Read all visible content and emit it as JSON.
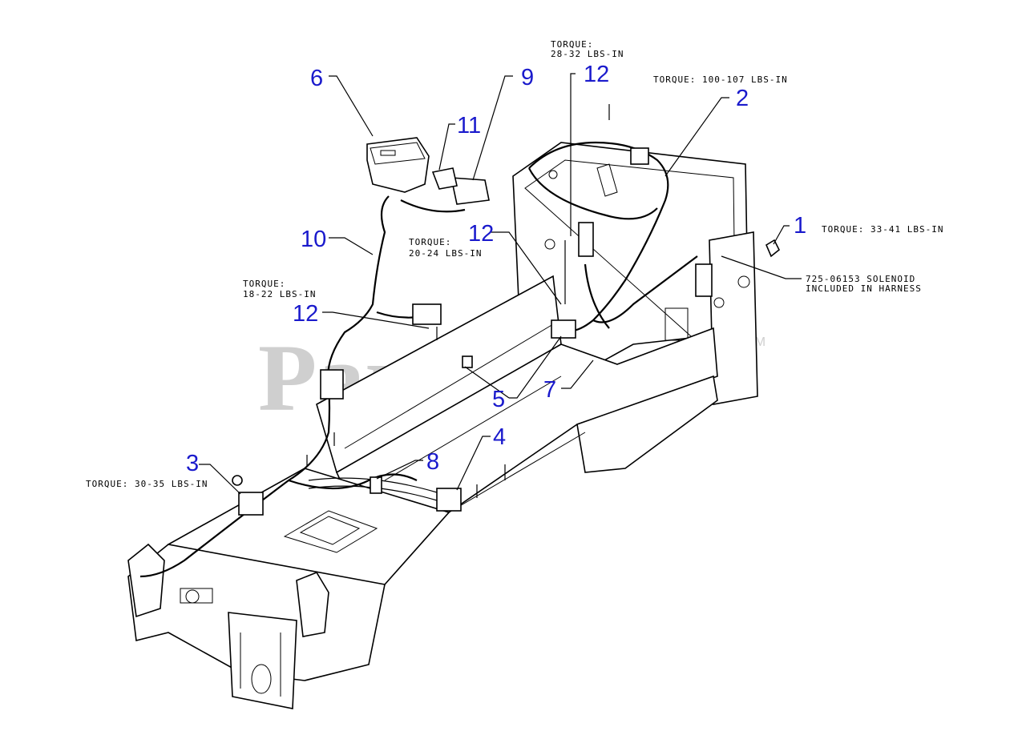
{
  "watermark": {
    "text": "PartsTree",
    "tm": "TM"
  },
  "callouts": [
    {
      "id": "1",
      "label": "1"
    },
    {
      "id": "2",
      "label": "2"
    },
    {
      "id": "3",
      "label": "3"
    },
    {
      "id": "4",
      "label": "4"
    },
    {
      "id": "5",
      "label": "5"
    },
    {
      "id": "6",
      "label": "6"
    },
    {
      "id": "7",
      "label": "7"
    },
    {
      "id": "8",
      "label": "8"
    },
    {
      "id": "9",
      "label": "9"
    },
    {
      "id": "10",
      "label": "10"
    },
    {
      "id": "11",
      "label": "11"
    },
    {
      "id": "12a",
      "label": "12"
    },
    {
      "id": "12b",
      "label": "12"
    },
    {
      "id": "12c",
      "label": "12"
    }
  ],
  "notes": {
    "torque_28_32": [
      "TORQUE:",
      "28-32 LBS-IN"
    ],
    "torque_100_107": "TORQUE: 100-107 LBS-IN",
    "torque_33_41": "TORQUE: 33-41 LBS-IN",
    "torque_20_24": [
      "TORQUE:",
      "20-24 LBS-IN"
    ],
    "torque_18_22": [
      "TORQUE:",
      "18-22 LBS-IN"
    ],
    "torque_30_35": "TORQUE: 30-35 LBS-IN",
    "solenoid": [
      "725-06153 SOLENOID",
      "INCLUDED IN HARNESS"
    ]
  },
  "colors": {
    "callout": "#1a1acc",
    "watermark": "#cfcfcf",
    "line": "#000000"
  }
}
